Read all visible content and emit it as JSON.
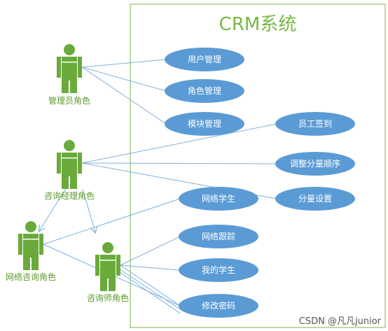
{
  "diagram": {
    "title": "CRM系统",
    "actors": [
      {
        "id": "admin",
        "label": "管理员角色"
      },
      {
        "id": "manager",
        "label": "咨询经理角色"
      },
      {
        "id": "online",
        "label": "网络咨询角色"
      },
      {
        "id": "counselor",
        "label": "咨询师角色"
      }
    ],
    "use_cases": [
      {
        "id": "uc1",
        "label": "用户管理"
      },
      {
        "id": "uc2",
        "label": "角色管理"
      },
      {
        "id": "uc3",
        "label": "模块管理"
      },
      {
        "id": "uc4",
        "label": "员工签到"
      },
      {
        "id": "uc5",
        "label": "调整分量顺序"
      },
      {
        "id": "uc6",
        "label": "分量设置"
      },
      {
        "id": "uc7",
        "label": "网络学生"
      },
      {
        "id": "uc8",
        "label": "网络跟踪"
      },
      {
        "id": "uc9",
        "label": "我的学生"
      },
      {
        "id": "uc10",
        "label": "修改密码"
      }
    ],
    "associations": [
      [
        "admin",
        "uc1"
      ],
      [
        "admin",
        "uc2"
      ],
      [
        "admin",
        "uc3"
      ],
      [
        "manager",
        "uc4"
      ],
      [
        "manager",
        "uc5"
      ],
      [
        "manager",
        "uc6"
      ],
      [
        "online",
        "uc7"
      ],
      [
        "online",
        "uc10"
      ],
      [
        "counselor",
        "uc8"
      ],
      [
        "counselor",
        "uc9"
      ],
      [
        "counselor",
        "uc10"
      ]
    ],
    "generalizations": [
      [
        "online",
        "manager"
      ],
      [
        "counselor",
        "manager"
      ]
    ],
    "colors": {
      "actor": "#6aaa3a",
      "use_case_fill": "#5b9bd5",
      "line": "#7fb0dc",
      "title": "#77b944",
      "system_border": "#77b944"
    }
  },
  "watermark": "CSDN @凡凡junior"
}
